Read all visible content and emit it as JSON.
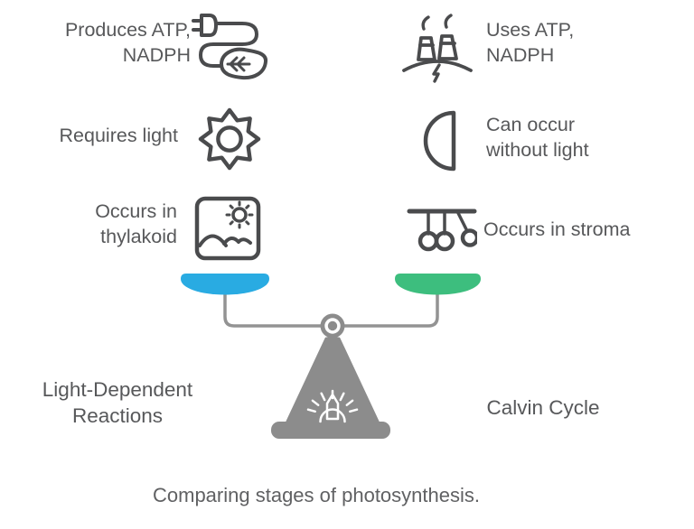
{
  "caption": "Comparing stages of photosynthesis.",
  "colors": {
    "left_pan": "#29ABE2",
    "right_pan": "#3DBE7E",
    "scale_gray": "#8C8C8C",
    "beam_gray": "#939393",
    "icon_stroke": "#4A4B4D",
    "text": "#57585A"
  },
  "left_column": {
    "bottom_label_line1": "Light-Dependent",
    "bottom_label_line2": "Reactions",
    "items": [
      {
        "line1": "Produces ATP,",
        "line2": "NADPH",
        "icon": "plug-leaf-icon"
      },
      {
        "line1": "Requires light",
        "line2": "",
        "icon": "sun-icon"
      },
      {
        "line1": "Occurs in",
        "line2": "thylakoid",
        "icon": "landscape-picture-icon"
      }
    ]
  },
  "right_column": {
    "bottom_label": "Calvin Cycle",
    "items": [
      {
        "line1": "Uses ATP,",
        "line2": "NADPH",
        "icon": "power-plant-icon"
      },
      {
        "line1": "Can occur",
        "line2": "without light",
        "icon": "half-moon-icon"
      },
      {
        "line1": "Occurs in stroma",
        "line2": "",
        "icon": "newtons-cradle-icon"
      }
    ]
  }
}
